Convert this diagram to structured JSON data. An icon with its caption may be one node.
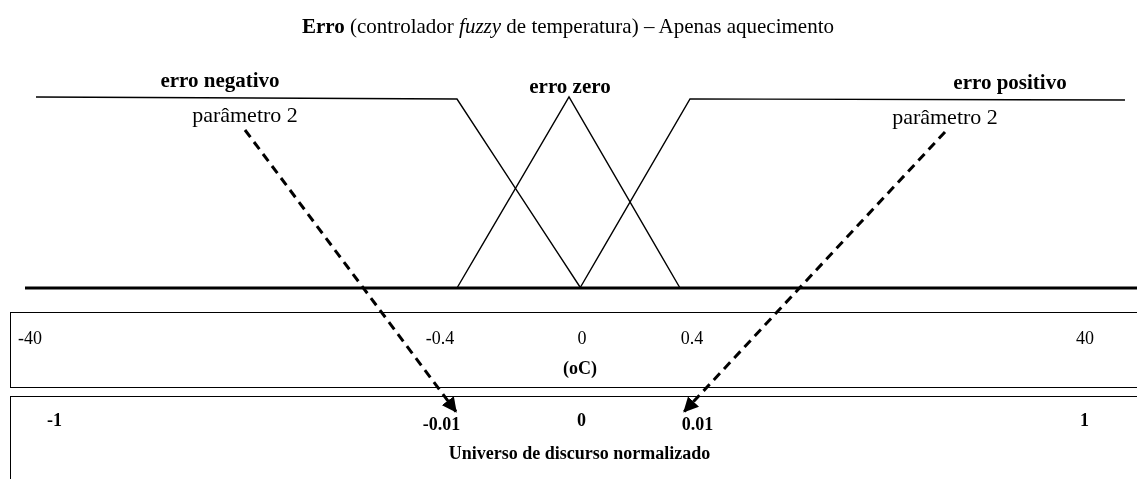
{
  "diagram": {
    "title": "**Erro** (controlador *fuzzy* de temperatura) – Apenas aquecimento",
    "nodes": [
      {
        "text": [
          "parâmetro 2"
        ]
      },
      {
        "text": [
          "parâmetro 2"
        ]
      },
      {
        "text": [
          "-1",
          "0",
          "1",
          "Universo de discurso normalizado"
        ]
      },
      {
        "text": [
          "-0.01"
        ],
        "in": 2
      },
      {
        "text": [
          "0.01"
        ],
        "in": 2
      }
    ],
    "edges": [
      {
        "from": 0,
        "to": 3,
        "arrow": "to",
        "style": "dashed"
      },
      {
        "from": 1,
        "to": 4,
        "arrow": "to",
        "style": "dashed"
      }
    ],
    "labels": [
      "erro negativo",
      "erro zero",
      "erro positivo",
      "-40",
      "-0.4",
      "0",
      "0.4",
      "40",
      "(oC)"
    ]
  }
}
